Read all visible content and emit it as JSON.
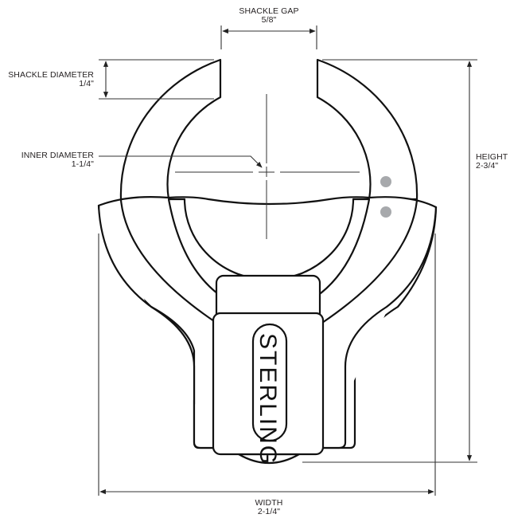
{
  "diagram": {
    "subject": "Sterling padlock dimension drawing",
    "brand_text": "STERLING",
    "colors": {
      "outline": "#111111",
      "dimension_line": "#333333",
      "rivet": "#a7a9ac",
      "label": "#231f20",
      "background": "#ffffff"
    }
  },
  "dimensions": {
    "shackle_gap": {
      "label": "SHACKLE GAP",
      "value": "5/8\""
    },
    "shackle_diameter": {
      "label": "SHACKLE DIAMETER",
      "value": "1/4\""
    },
    "inner_diameter": {
      "label": "INNER DIAMETER",
      "value": "1-1/4\""
    },
    "height": {
      "label": "HEIGHT",
      "value": "2-3/4\""
    },
    "width": {
      "label": "WIDTH",
      "value": "2-1/4\""
    }
  }
}
